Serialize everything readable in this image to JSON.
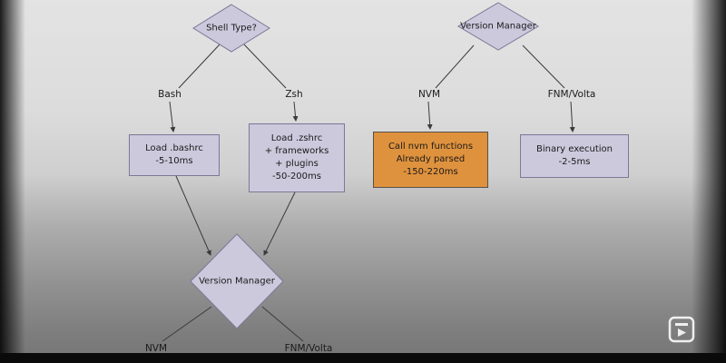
{
  "left_flow": {
    "root_label": "Shell Type?",
    "bash_label": "Bash",
    "zsh_label": "Zsh",
    "bash_box": "Load .bashrc\n-5-10ms",
    "zsh_box": "Load .zshrc\n+ frameworks\n+ plugins\n-50-200ms",
    "merge_label": "Version Manager",
    "nvm_label": "NVM",
    "fnm_label": "FNM/Volta"
  },
  "right_flow": {
    "root_label": "Version Manager",
    "nvm_label": "NVM",
    "fnm_label": "FNM/Volta",
    "nvm_box": "Call nvm functions\nAlready parsed\n-150-220ms",
    "fnm_box": "Binary execution\n-2-5ms"
  },
  "colors": {
    "node_fill": "#cdc9dd",
    "node_border": "#7d7795",
    "highlight_fill": "#df923d",
    "highlight_border": "#55504a",
    "line_color": "#3a3a3a",
    "letterbox": "#0a0a0a"
  }
}
